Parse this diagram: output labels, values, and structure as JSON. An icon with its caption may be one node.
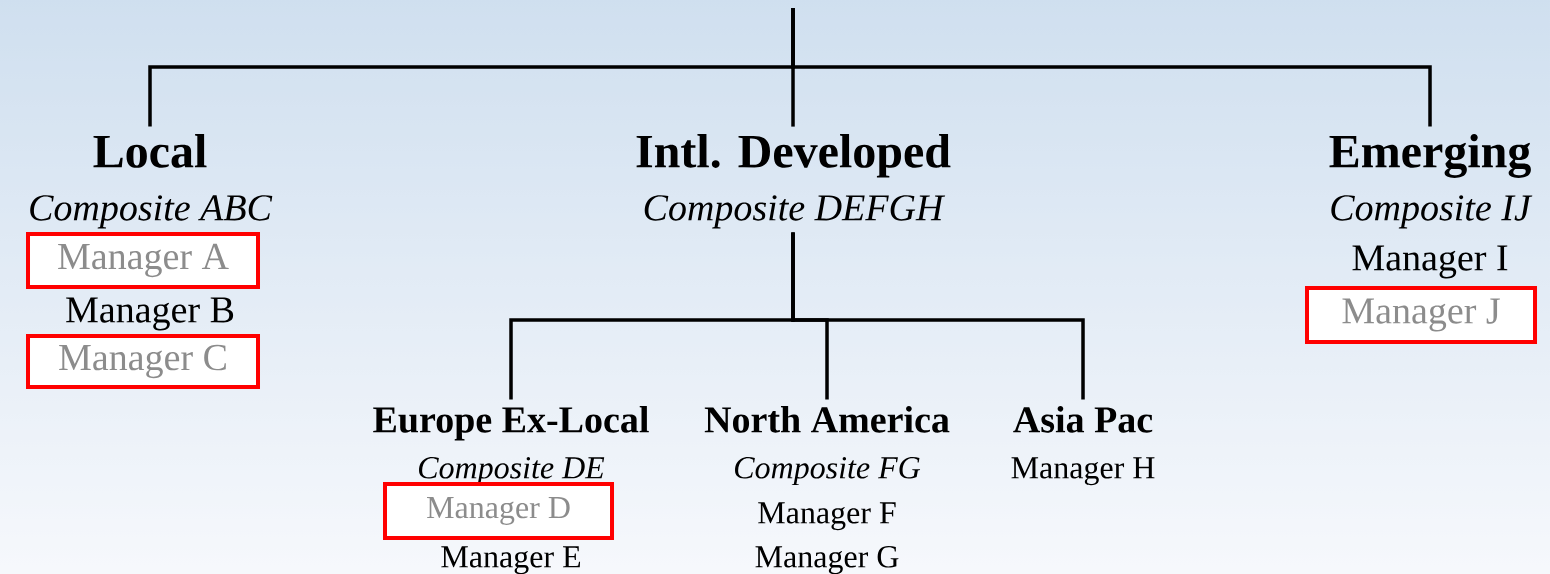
{
  "diagram": {
    "nodes": [
      {
        "text": [
          "Local",
          "Composite ABC",
          "Manager B"
        ]
      },
      {
        "text": [
          "Manager A"
        ]
      },
      {
        "text": [
          "Manager C"
        ]
      },
      {
        "text": [
          "Intl. Developed",
          "Composite DEFGH"
        ]
      },
      {
        "text": [
          "Emerging",
          "Composite IJ",
          "Manager I"
        ]
      },
      {
        "text": [
          "Manager J"
        ]
      },
      {
        "text": [
          "Europe Ex-Local",
          "Composite DE",
          "Manager E"
        ]
      },
      {
        "text": [
          "Manager D"
        ]
      },
      {
        "text": [
          "North America",
          "Composite FG",
          "Manager F",
          "Manager G"
        ]
      },
      {
        "text": [
          "Asia Pac",
          "Manager H"
        ]
      }
    ],
    "edges": [
      {
        "from": null,
        "to": 0,
        "arrow": "none"
      },
      {
        "from": null,
        "to": 3,
        "arrow": "none"
      },
      {
        "from": null,
        "to": 4,
        "arrow": "none"
      },
      {
        "from": 3,
        "to": 6,
        "arrow": "none"
      },
      {
        "from": 3,
        "to": 8,
        "arrow": "none"
      },
      {
        "from": 3,
        "to": 9,
        "arrow": "none"
      }
    ]
  }
}
